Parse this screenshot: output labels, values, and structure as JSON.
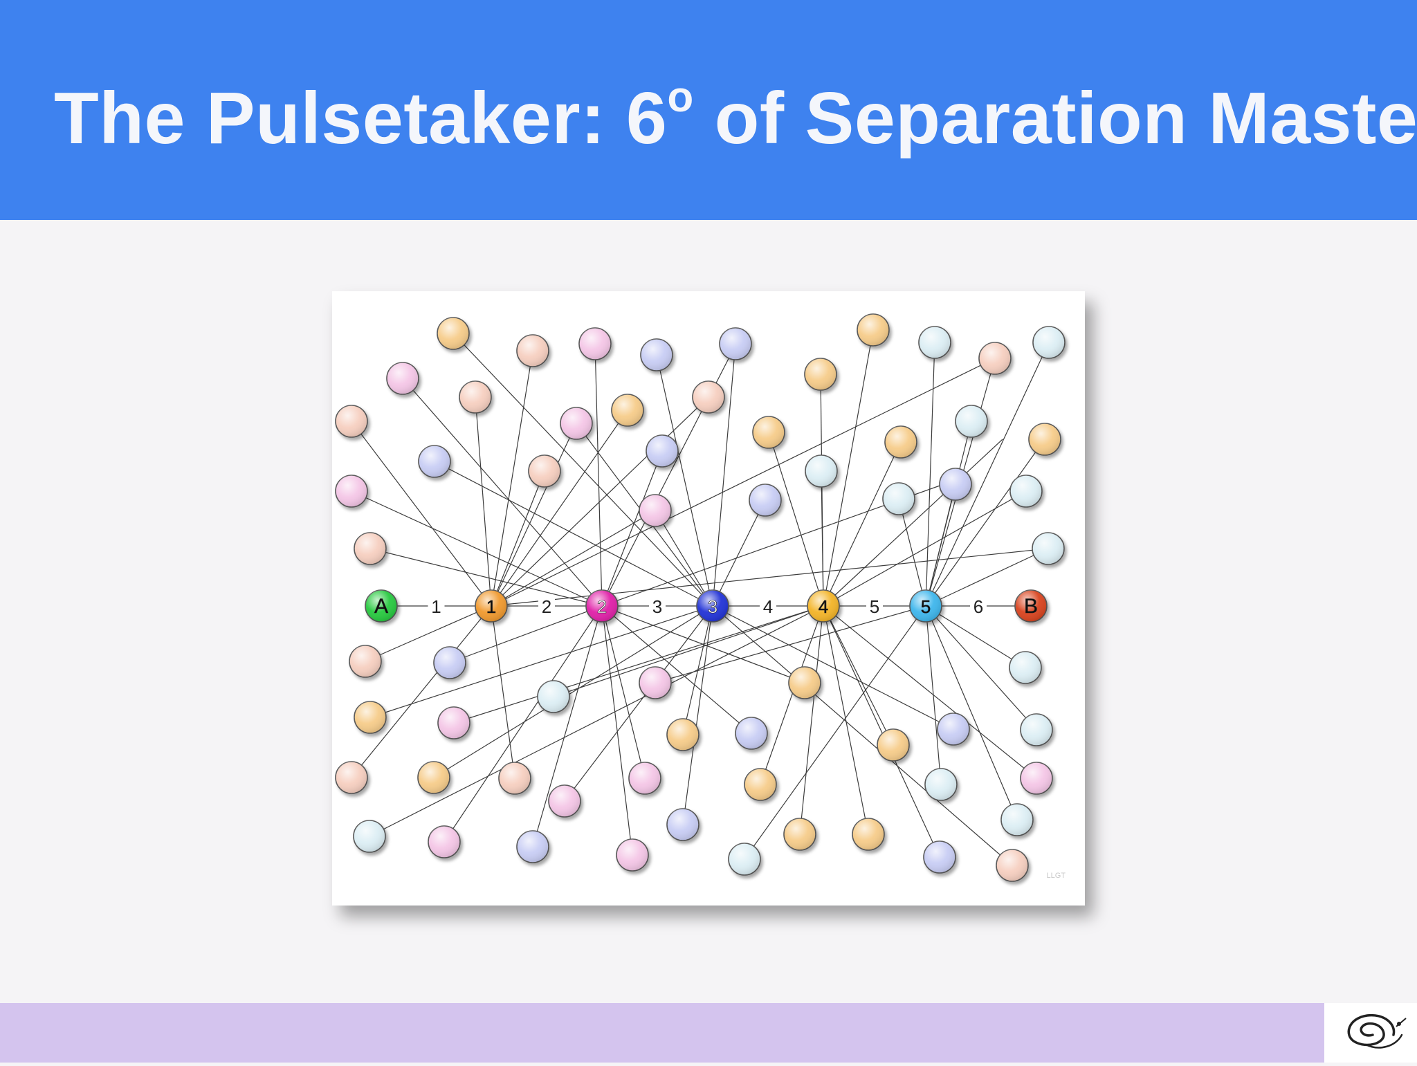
{
  "slide": {
    "title_main": "The Pulsetaker: 6",
    "title_degree": "o",
    "title_rest": " of Separation Master"
  },
  "colors": {
    "header_bg": "#3e82ef",
    "footer_bg": "#d4c4ee",
    "node_peach": "#f6cfc0",
    "node_pink": "#f4c6e6",
    "node_lavender": "#c8cdf4",
    "node_orange": "#f6cc8a",
    "node_blue": "#dceef4",
    "start_green": "#27c93f",
    "end_red": "#d9441f"
  },
  "diagram": {
    "chain": [
      {
        "id": "A",
        "label": "A",
        "color": "#27c93f",
        "text_color": "#111111"
      },
      {
        "id": "n1",
        "label": "1",
        "color": "#f0992e",
        "text_color": "#111111"
      },
      {
        "id": "n2",
        "label": "2",
        "color": "#e021a8",
        "text_color": "#ffffff"
      },
      {
        "id": "n3",
        "label": "3",
        "color": "#2233d6",
        "text_color": "#ffffff"
      },
      {
        "id": "n4",
        "label": "4",
        "color": "#f3b428",
        "text_color": "#111111"
      },
      {
        "id": "n5",
        "label": "5",
        "color": "#3eb6ec",
        "text_color": "#111111"
      },
      {
        "id": "B",
        "label": "B",
        "color": "#d9441f",
        "text_color": "#111111"
      }
    ],
    "edge_labels": [
      "1",
      "2",
      "3",
      "4",
      "5",
      "6"
    ],
    "watermark": "LLGT"
  }
}
